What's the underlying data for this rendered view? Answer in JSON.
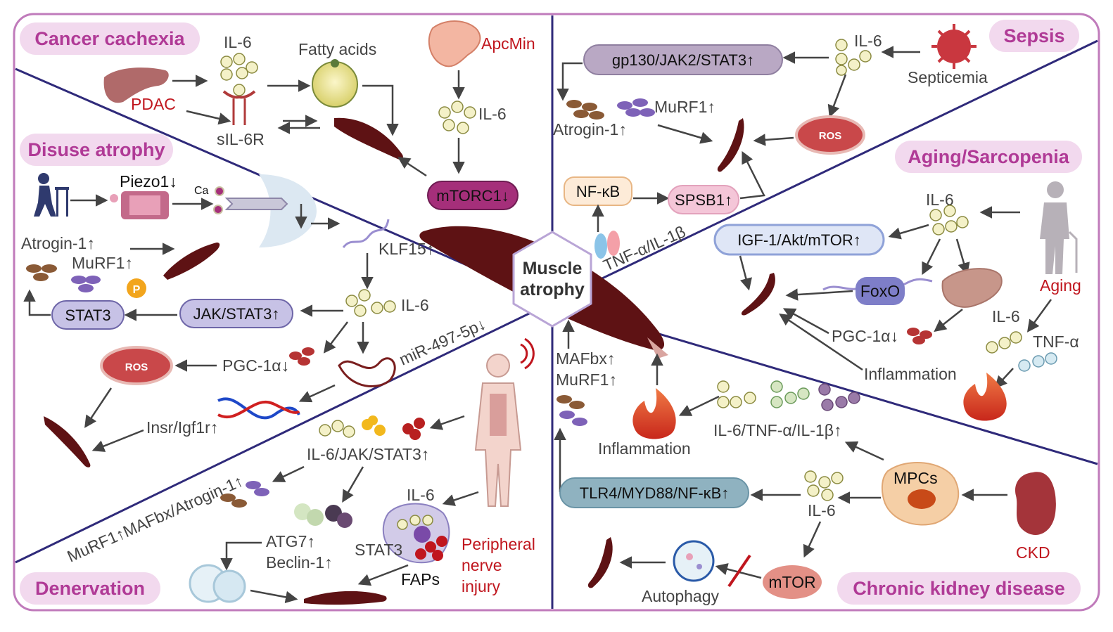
{
  "center": {
    "line1": "Muscle",
    "line2": "atrophy"
  },
  "colors": {
    "frame": "#c07bbb",
    "divider": "#2f2a7a",
    "title": "#b03a96",
    "titleBg": "#f2d9ee",
    "muscle": "#5e1214",
    "arrow": "#444444",
    "red": "#c0161e"
  },
  "cancer": {
    "title": "Cancer cachexia",
    "il6": "IL-6",
    "fatty": "Fatty acids",
    "apcmin": "ApcMin",
    "pdac": "PDAC",
    "sil6r": "sIL-6R",
    "il6b": "IL-6",
    "mtorc1": "mTORC1↓"
  },
  "sepsis": {
    "title": "Sepsis",
    "gp130": "gp130/JAK2/STAT3↑",
    "il6": "IL-6",
    "septicemia": "Septicemia",
    "murf1": "MuRF1↑",
    "atrogin": "Atrogin-1↑",
    "ros": "ROS",
    "nfkb": "NF-κB",
    "spsb1": "SPSB1↑",
    "tnf": "TNF-α/IL-1β"
  },
  "disuse": {
    "title": "Disuse atrophy",
    "piezo": "Piezo1↓",
    "ca": "Ca",
    "klf15": "KLF15↑",
    "atrogin": "Atrogin-1↑",
    "murf1": "MuRF1↑",
    "p": "P",
    "stat3": "STAT3",
    "jakstat3": "JAK/STAT3↑",
    "il6": "IL-6",
    "mir": "miR-497-5p↓",
    "ros": "ROS",
    "pgc": "PGC-1α↓",
    "insr": "Insr/Igf1r↑"
  },
  "aging": {
    "title": "Aging/Sarcopenia",
    "il6": "IL-6",
    "igf": "IGF-1/Akt/mTOR↑",
    "foxo": "FoxO",
    "agingLabel": "Aging",
    "il6b": "IL-6",
    "tnf": "TNF-α",
    "pgc": "PGC-1α↓",
    "inflammation": "Inflammation"
  },
  "denervation": {
    "title": "Denervation",
    "murf": "MuRF1↑MAFbx/Atrogin-1↑",
    "il6jak": "IL-6/JAK/STAT3↑",
    "il6": "IL-6",
    "atg7": "ATG7↑",
    "beclin": "Beclin-1↑",
    "stat3": "STAT3",
    "faps": "FAPs",
    "nerve1": "Peripheral",
    "nerve2": "nerve",
    "nerve3": "injury"
  },
  "ckd": {
    "title": "Chronic kidney disease",
    "mafbx": "MAFbx↑",
    "murf1": "MuRF1↑",
    "inflammation": "Inflammation",
    "cyto": "IL-6/TNF-α/IL-1β↑",
    "mpcs": "MPCs",
    "ckd": "CKD",
    "tlr4": "TLR4/MYD88/NF-κB↑",
    "il6": "IL-6",
    "mtor": "mTOR",
    "autophagy": "Autophagy"
  }
}
